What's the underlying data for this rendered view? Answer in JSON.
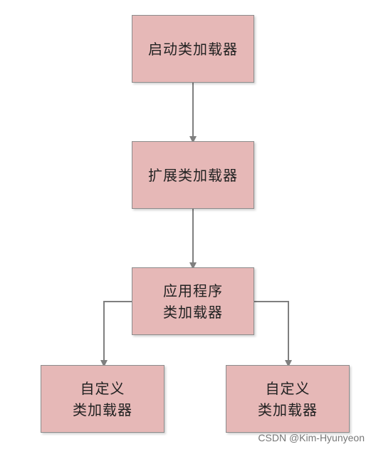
{
  "nodes": {
    "bootstrap": {
      "lines": [
        "启动类加载器"
      ]
    },
    "extension": {
      "lines": [
        "扩展类加载器"
      ]
    },
    "application": {
      "lines": [
        "应用程序",
        "类加载器"
      ]
    },
    "custom_left": {
      "lines": [
        "自定义",
        "类加载器"
      ]
    },
    "custom_right": {
      "lines": [
        "自定义",
        "类加载器"
      ]
    }
  },
  "edges": [
    {
      "from": "bootstrap",
      "to": "extension"
    },
    {
      "from": "extension",
      "to": "application"
    },
    {
      "from": "application",
      "to": "custom_left"
    },
    {
      "from": "application",
      "to": "custom_right"
    }
  ],
  "colors": {
    "node_fill": "#e6b8b7",
    "node_border": "#8c8c8c",
    "connector": "#7f7f7f"
  },
  "watermark": "CSDN @Kim-Hyunyeon"
}
